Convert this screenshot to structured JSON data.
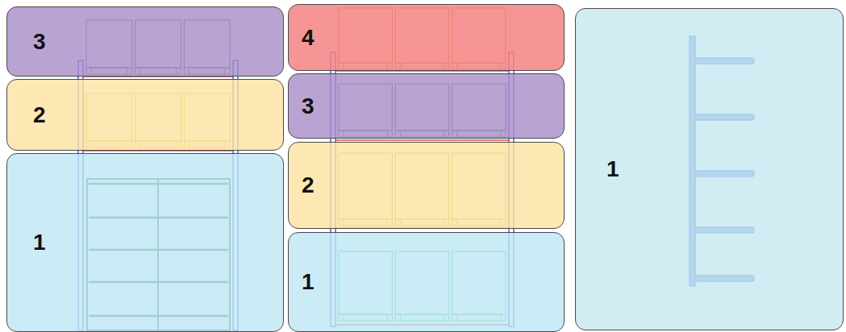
{
  "diagram": {
    "nodes": [
      {
        "text": [
          "3"
        ]
      },
      {
        "text": [
          "2"
        ]
      },
      {
        "text": [
          "1"
        ]
      },
      {
        "text": [
          "4"
        ]
      },
      {
        "text": [
          "3"
        ]
      },
      {
        "text": [
          "2"
        ]
      },
      {
        "text": [
          "1"
        ]
      },
      {
        "text": [
          "1"
        ]
      }
    ]
  }
}
